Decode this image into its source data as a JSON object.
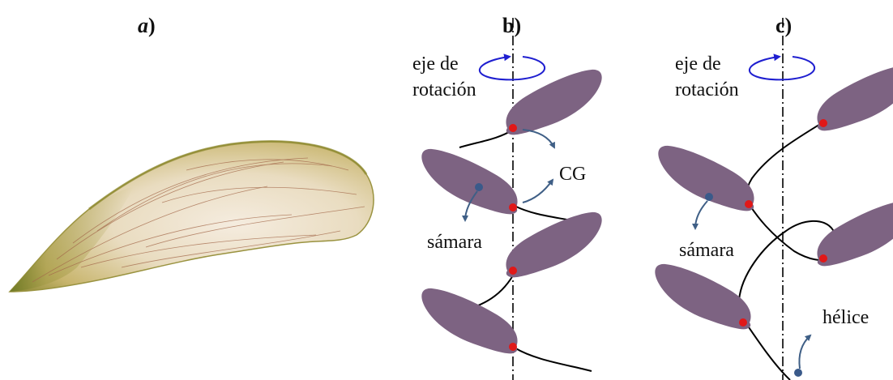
{
  "panels": {
    "a": {
      "label_letter": "a",
      "label_paren": ")"
    },
    "b": {
      "label": "b)"
    },
    "c": {
      "label": "c)"
    }
  },
  "labels": {
    "eje_line1": "eje de",
    "eje_line2": "rotación",
    "cg": "CG",
    "samara": "sámara",
    "helice": "hélice"
  },
  "colors": {
    "samara_fill": "#7d6382",
    "cg_dot": "#e01818",
    "pointer_dot": "#3a5a8a",
    "pointer_arrow": "#3f5f86",
    "rotation_arrow": "#1f1fd0",
    "trajectory": "#000000",
    "axis": "#000000"
  }
}
